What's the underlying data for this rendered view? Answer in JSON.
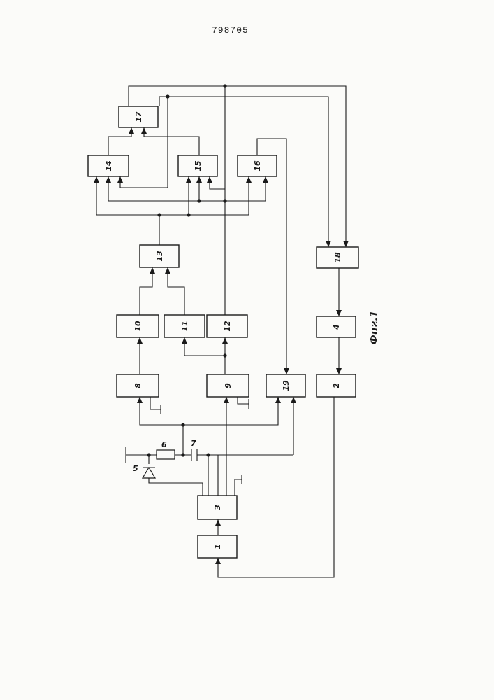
{
  "document": {
    "number": "798705"
  },
  "figure": {
    "caption": "Фиг.1"
  },
  "blocks": {
    "b1": "1",
    "b2": "2",
    "b3": "3",
    "b4": "4",
    "b8": "8",
    "b9": "9",
    "b10": "10",
    "b11": "11",
    "b12": "12",
    "b13": "13",
    "b14": "14",
    "b15": "15",
    "b16": "16",
    "b17": "17",
    "b18": "18",
    "b19": "19"
  },
  "components": {
    "diode": "5",
    "resistor": "6",
    "capacitor": "7"
  }
}
